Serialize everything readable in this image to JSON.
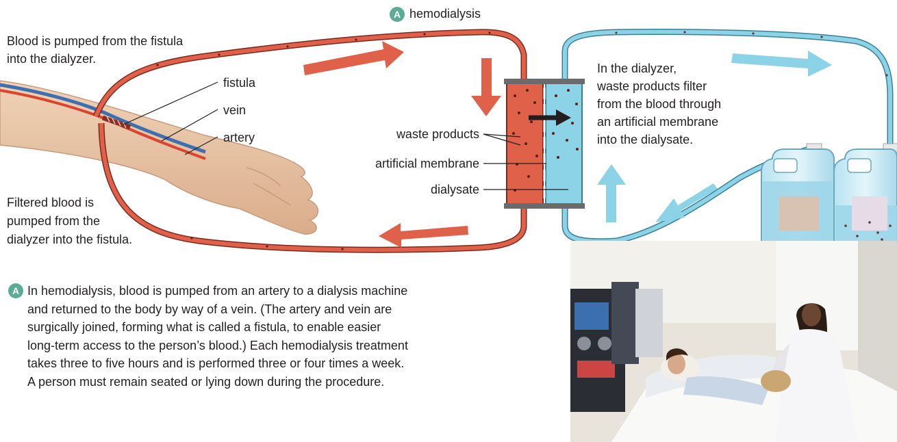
{
  "title": {
    "badge": "A",
    "text": "hemodialysis"
  },
  "annotations": {
    "pumped_in": [
      "Blood is pumped from the fistula",
      "into the dialyzer."
    ],
    "filtered_out": [
      "Filtered blood is",
      "pumped from the",
      "dialyzer into the fistula."
    ],
    "dialyzer_note": [
      "In the dialyzer,",
      "waste products filter",
      "from the blood through",
      "an artificial membrane",
      "into the dialysate."
    ]
  },
  "labels": {
    "fistula": "fistula",
    "vein": "vein",
    "artery": "artery",
    "waste_products": "waste products",
    "artificial_membrane": "artificial membrane",
    "dialysate": "dialysate"
  },
  "caption": {
    "badge": "A",
    "lines": [
      "In hemodialysis, blood is pumped from an artery to a dialysis machine",
      "and returned to the body by way of a vein. (The artery and vein are",
      "surgically joined, forming what is called a fistula, to enable easier",
      "long-term access to the person’s blood.) Each hemodialysis treatment",
      "takes three to five hours and is performed three or four times a week.",
      "A person must remain seated or lying down during the procedure."
    ]
  },
  "colors": {
    "blood": "#e0614a",
    "dialysate": "#8dd3e8",
    "badge": "#5cab95",
    "skin": "#e6c3a4"
  }
}
